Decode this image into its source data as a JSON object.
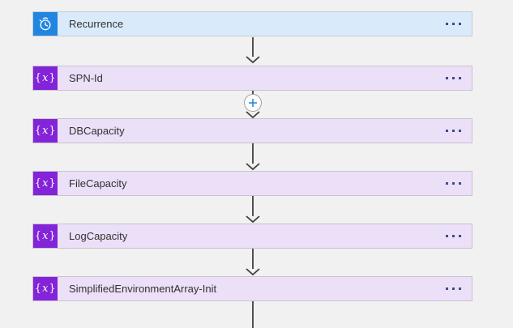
{
  "app": {
    "name": "flow-designer-canvas"
  },
  "nodes": [
    {
      "label": "Recurrence",
      "kind": "trigger",
      "icon": "recurrence-clock-icon",
      "icon_color": "#2086e0",
      "fill": "#d9eafa",
      "menu_icon": "ellipsis-horizontal"
    },
    {
      "label": "SPN-Id",
      "kind": "variable",
      "icon": "variable-x-icon",
      "icon_color": "#8324d8",
      "fill": "#ecdff8",
      "menu_icon": "ellipsis-horizontal"
    },
    {
      "label": "DBCapacity",
      "kind": "variable",
      "icon": "variable-x-icon",
      "icon_color": "#8324d8",
      "fill": "#ecdff8",
      "menu_icon": "ellipsis-horizontal"
    },
    {
      "label": "FileCapacity",
      "kind": "variable",
      "icon": "variable-x-icon",
      "icon_color": "#8324d8",
      "fill": "#ecdff8",
      "menu_icon": "ellipsis-horizontal"
    },
    {
      "label": "LogCapacity",
      "kind": "variable",
      "icon": "variable-x-icon",
      "icon_color": "#8324d8",
      "fill": "#ecdff8",
      "menu_icon": "ellipsis-horizontal"
    },
    {
      "label": "SimplifiedEnvironmentArray-Init",
      "kind": "variable",
      "icon": "variable-x-icon",
      "icon_color": "#8324d8",
      "fill": "#ecdff8",
      "menu_icon": "ellipsis-horizontal"
    }
  ],
  "variable_icon_glyph": {
    "open": "{",
    "x": "x",
    "close": "}"
  },
  "insert_step_button": {
    "symbol": "+",
    "plus_color": "#1b83d8"
  },
  "colors": {
    "canvas_background": "#f2f1f1",
    "connector_arrow": "#413f3d",
    "menu_dots": "#3c4e85",
    "label_text": "#323130"
  }
}
